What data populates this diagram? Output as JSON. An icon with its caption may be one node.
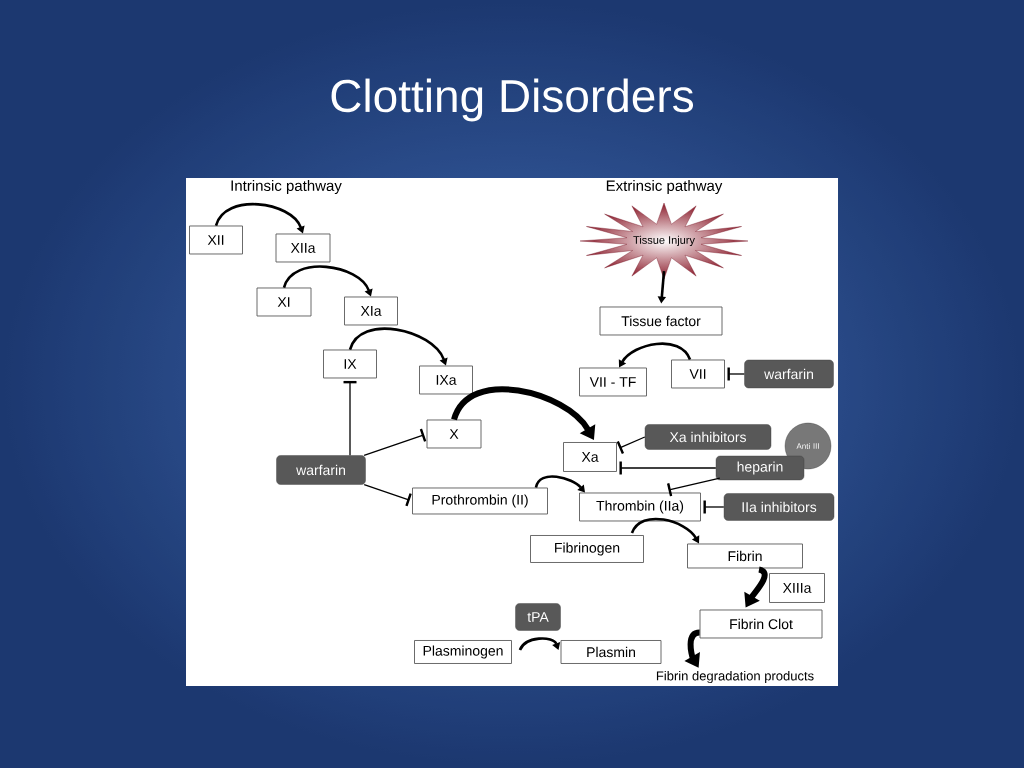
{
  "diagram": {
    "title": "Clotting Disorders",
    "nodes": [
      {
        "text": [
          "XII"
        ]
      },
      {
        "text": [
          "XIIa"
        ]
      },
      {
        "text": [
          "XI"
        ]
      },
      {
        "text": [
          "XIa"
        ]
      },
      {
        "text": [
          "IX"
        ]
      },
      {
        "text": [
          "IXa"
        ]
      },
      {
        "text": [
          "X"
        ]
      },
      {
        "text": [
          "warfarin"
        ]
      },
      {
        "text": [
          "Prothrombin (II)"
        ]
      },
      {
        "text": [
          "Tissue Injury"
        ]
      },
      {
        "text": [
          "Tissue factor"
        ]
      },
      {
        "text": [
          "VII"
        ]
      },
      {
        "text": [
          "VII - TF"
        ]
      },
      {
        "text": [
          "warfarin"
        ]
      },
      {
        "text": [
          "Xa"
        ]
      },
      {
        "text": [
          "Xa inhibitors"
        ]
      },
      {
        "text": [
          "Anti III"
        ]
      },
      {
        "text": [
          "heparin"
        ]
      },
      {
        "text": [
          "Thrombin (IIa)"
        ]
      },
      {
        "text": [
          "IIa inhibitors"
        ]
      },
      {
        "text": [
          "Fibrinogen"
        ]
      },
      {
        "text": [
          "Fibrin"
        ]
      },
      {
        "text": [
          "XIIIa"
        ]
      },
      {
        "text": [
          "Fibrin Clot"
        ]
      },
      {
        "text": [
          "tPA"
        ]
      },
      {
        "text": [
          "Plasminogen"
        ]
      },
      {
        "text": [
          "Plasmin"
        ]
      },
      {
        "text": [
          "Fibrin degradation products"
        ]
      }
    ],
    "edges": [
      {
        "from": 0,
        "to": 1,
        "arrow": "to"
      },
      {
        "from": 2,
        "to": 3,
        "arrow": "to"
      },
      {
        "from": 4,
        "to": 5,
        "arrow": "to"
      },
      {
        "from": 6,
        "to": 14,
        "arrow": "to",
        "style": "thick"
      },
      {
        "from": 9,
        "to": 10,
        "arrow": "to"
      },
      {
        "from": 11,
        "to": 12,
        "arrow": "to"
      },
      {
        "from": 13,
        "to": 11,
        "arrow": "other"
      },
      {
        "from": 7,
        "to": 4,
        "arrow": "other"
      },
      {
        "from": 7,
        "to": 6,
        "arrow": "other"
      },
      {
        "from": 7,
        "to": 8,
        "arrow": "other"
      },
      {
        "from": 8,
        "to": 18,
        "arrow": "to"
      },
      {
        "from": 15,
        "to": 14,
        "arrow": "other"
      },
      {
        "from": 17,
        "to": 14,
        "arrow": "other"
      },
      {
        "from": 17,
        "to": 18,
        "arrow": "other"
      },
      {
        "from": 19,
        "to": 18,
        "arrow": "other"
      },
      {
        "from": 20,
        "to": 21,
        "arrow": "to"
      },
      {
        "from": 21,
        "to": 23,
        "arrow": "to",
        "style": "thick"
      },
      {
        "from": 23,
        "to": 27,
        "arrow": "to",
        "style": "thick"
      },
      {
        "from": 25,
        "to": 26,
        "arrow": "to"
      }
    ],
    "labels": [
      "Intrinsic pathway",
      "Extrinsic pathway"
    ]
  }
}
